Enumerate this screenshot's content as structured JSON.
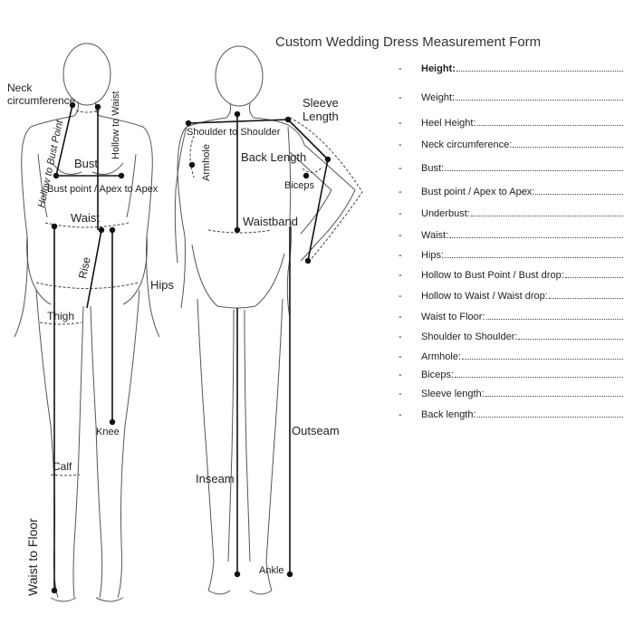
{
  "form": {
    "title": "Custom Wedding Dress Measurement Form",
    "fields": [
      {
        "label": "Height:",
        "bold": true
      },
      {
        "label": "Weight:"
      },
      {
        "label": "Heel Height:"
      },
      {
        "label": "Neck circumference:"
      },
      {
        "label": "Bust:"
      },
      {
        "label": "Bust point / Apex to Apex:"
      },
      {
        "label": "Underbust:"
      },
      {
        "label": "Waist:"
      },
      {
        "label": "Hips:"
      },
      {
        "label": "Hollow to Bust Point / Bust drop:"
      },
      {
        "label": "Hollow to Waist / Waist drop:"
      },
      {
        "label": "Waist to Floor:"
      },
      {
        "label": "Shoulder to Shoulder:"
      },
      {
        "label": "Armhole:"
      },
      {
        "label": "Biceps:"
      },
      {
        "label": "Sleeve length:"
      },
      {
        "label": "Back length:"
      }
    ],
    "bullet": "-"
  },
  "front_figure": {
    "neck_label_line1": "Neck",
    "neck_label_line2": "circumference",
    "hollow_to_bust_point": "Hollow to Bust Point",
    "hollow_to_waist": "Hollow to Waist",
    "bust": "Bust",
    "bust_point": "Bust point / Apex to Apex",
    "waist": "Waist",
    "rise": "Rise",
    "hips": "Hips",
    "thigh": "Thigh",
    "knee": "Knee",
    "calf": "Calf",
    "waist_to_floor": "Waist to Floor"
  },
  "back_figure": {
    "shoulder_to_shoulder": "Shoulder to Shoulder",
    "sleeve_length_line1": "Sleeve",
    "sleeve_length_line2": "Length",
    "armhole": "Armhole",
    "back_length": "Back Length",
    "biceps": "Biceps",
    "waistband": "Waistband",
    "outseam": "Outseam",
    "inseam": "Inseam",
    "ankle": "Ankle"
  }
}
